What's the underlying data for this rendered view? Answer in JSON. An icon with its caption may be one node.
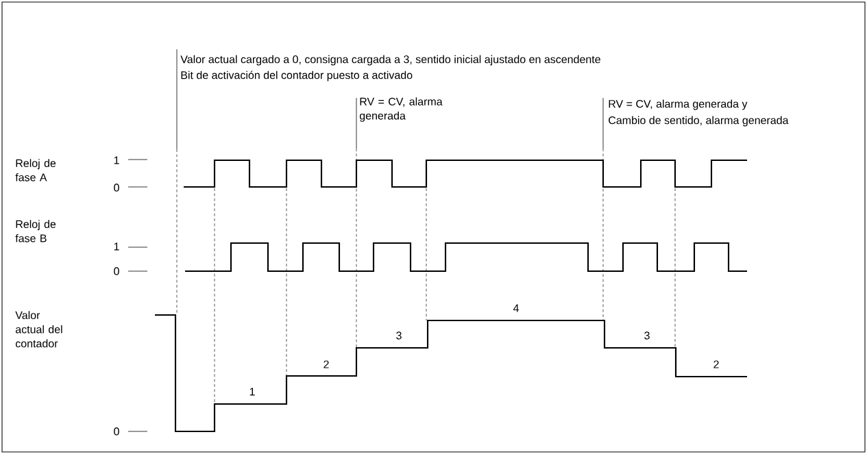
{
  "diagram": {
    "labels": [
      "Valor actual cargado a 0, consigna cargada a 3, sentido inicial ajustado en ascendente",
      "Bit de activación del contador puesto a activado",
      "RV = CV, alarma generada",
      "RV = CV, alarma generada y",
      "Cambio de sentido, alarma generada",
      "Reloj de fase A",
      "1",
      "0",
      "Reloj de fase B",
      "1",
      "0",
      "Valor actual del contador",
      "4",
      "3",
      "3",
      "2",
      "2",
      "1",
      "0"
    ]
  }
}
